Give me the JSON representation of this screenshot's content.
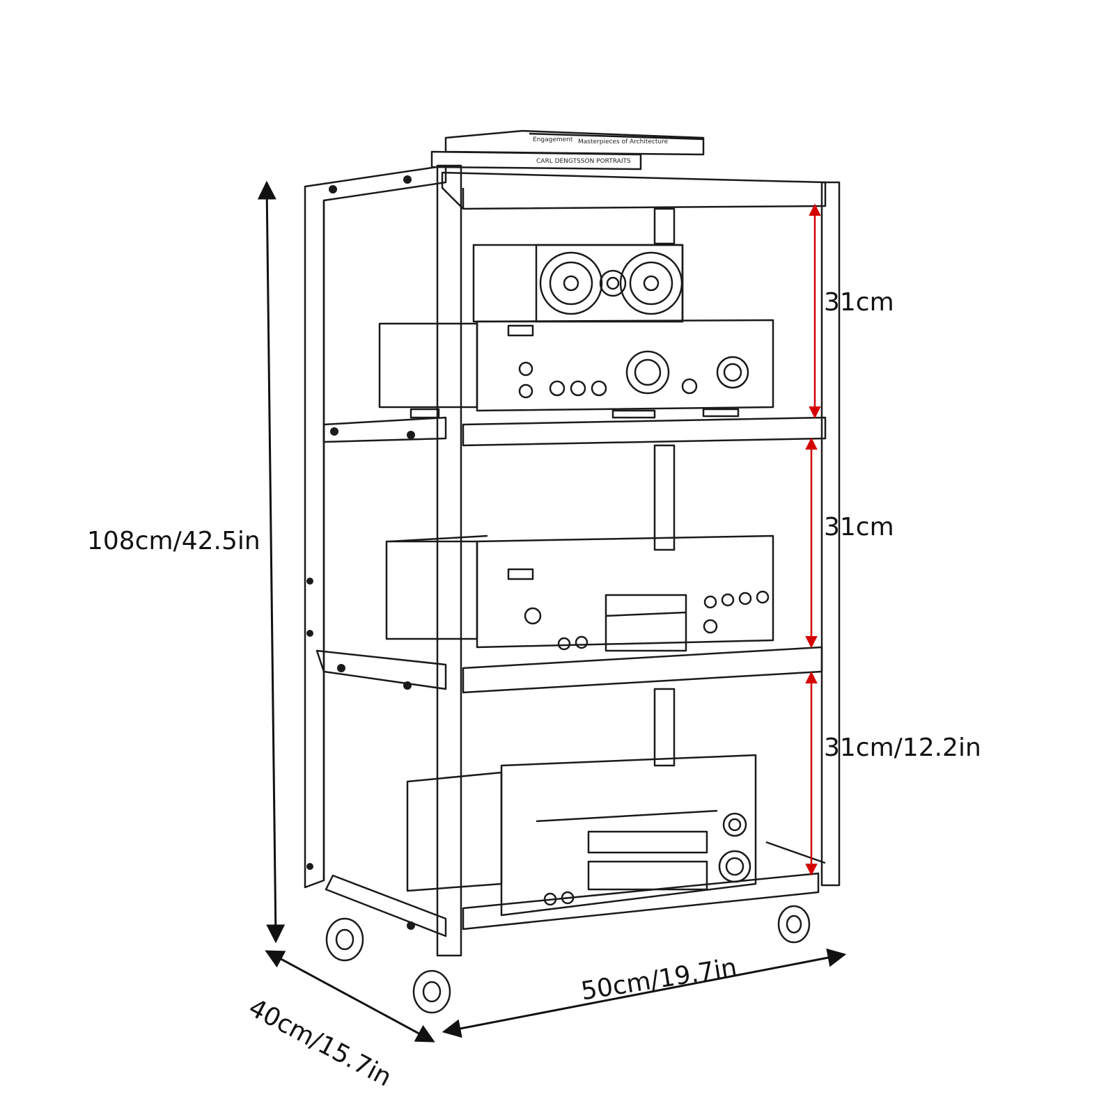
{
  "dimensions": {
    "total_height": "108cm/42.5in",
    "shelf_gap_top": "31cm",
    "shelf_gap_middle": "31cm",
    "shelf_gap_bottom": "31cm/12.2in",
    "depth": "40cm/15.7in",
    "width": "50cm/19.7in"
  },
  "books": {
    "top_spine_1": "Engagement",
    "top_spine_2": "Masterpieces of Architecture",
    "lower_spine": "CARL DENGTSSON PORTRAITS"
  },
  "colors": {
    "line": "#1a1a1a",
    "accent_arrow": "#d40000",
    "background": "#ffffff"
  }
}
